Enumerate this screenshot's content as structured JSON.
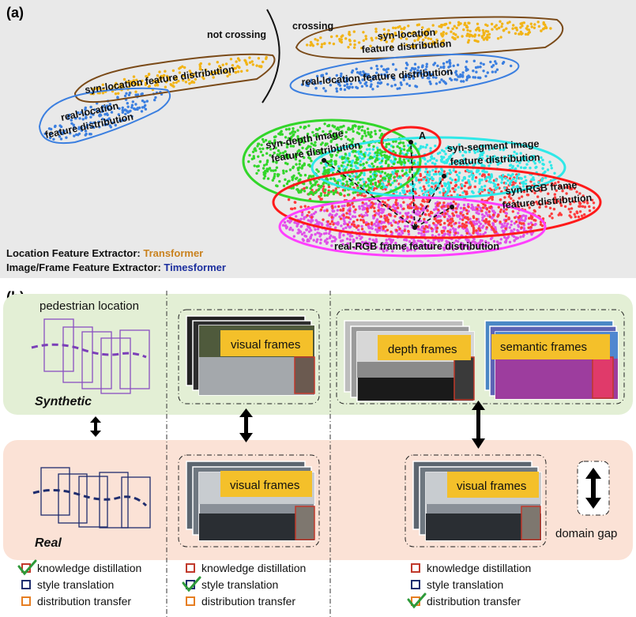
{
  "panel_a": {
    "tag": "(a)",
    "not_crossing": "not crossing",
    "crossing": "crossing",
    "syn_loc_left": "syn-location feature distribution",
    "real_loc_left_1": "real-location",
    "real_loc_left_2": "feature distribution",
    "syn_loc_right_1": "syn-location",
    "syn_loc_right_2": "feature distribution",
    "real_loc_right": "real-location feature distribution",
    "syn_depth_1": "syn-depth image",
    "syn_depth_2": "feature distribution",
    "point_a": "A",
    "syn_seg_1": "syn-segment image",
    "syn_seg_2": "feature distribution",
    "syn_rgb_1": "syn-RGB frame",
    "syn_rgb_2": "feature distribution",
    "real_rgb": "real-RGB frame feature distribution",
    "legend_loc_label": "Location Feature Extractor: ",
    "legend_loc_value": "Transformer",
    "legend_img_label": "Image/Frame Feature Extractor: ",
    "legend_img_value": "Timesformer",
    "colors": {
      "orange_points": "#f2b416",
      "blue_points": "#3b7fe0",
      "green_points": "#32d62a",
      "cyan_points": "#2fe8e8",
      "red_points": "#ff3b3b",
      "magenta_points": "#e050e8",
      "transformer": "#c9821f",
      "timesformer": "#1c2f9e"
    }
  },
  "panel_b": {
    "tag": "(b)",
    "pedestrian_location": "pedestrian location",
    "synthetic": "Synthetic",
    "real": "Real",
    "visual_frames_syn": "visual frames",
    "depth_frames": "depth frames",
    "semantic_frames": "semantic frames",
    "visual_frames_real_1": "visual frames",
    "visual_frames_real_2": "visual frames",
    "domain_gap": "domain gap",
    "legend_groups": [
      {
        "items": [
          "knowledge distillation",
          "style translation",
          "distribution transfer"
        ],
        "checked": 0
      },
      {
        "items": [
          "knowledge distillation",
          "style translation",
          "distribution transfer"
        ],
        "checked": 1
      },
      {
        "items": [
          "knowledge distillation",
          "style translation",
          "distribution transfer"
        ],
        "checked": 2
      }
    ],
    "colors": {
      "synthetic_bg": "#e3efd5",
      "real_bg": "#fbe2d6",
      "label_box": "#f4c02a",
      "syn_boxes": "#8a4fc2",
      "real_boxes": "#1f2d6e",
      "check": "#2e9a3a"
    }
  }
}
